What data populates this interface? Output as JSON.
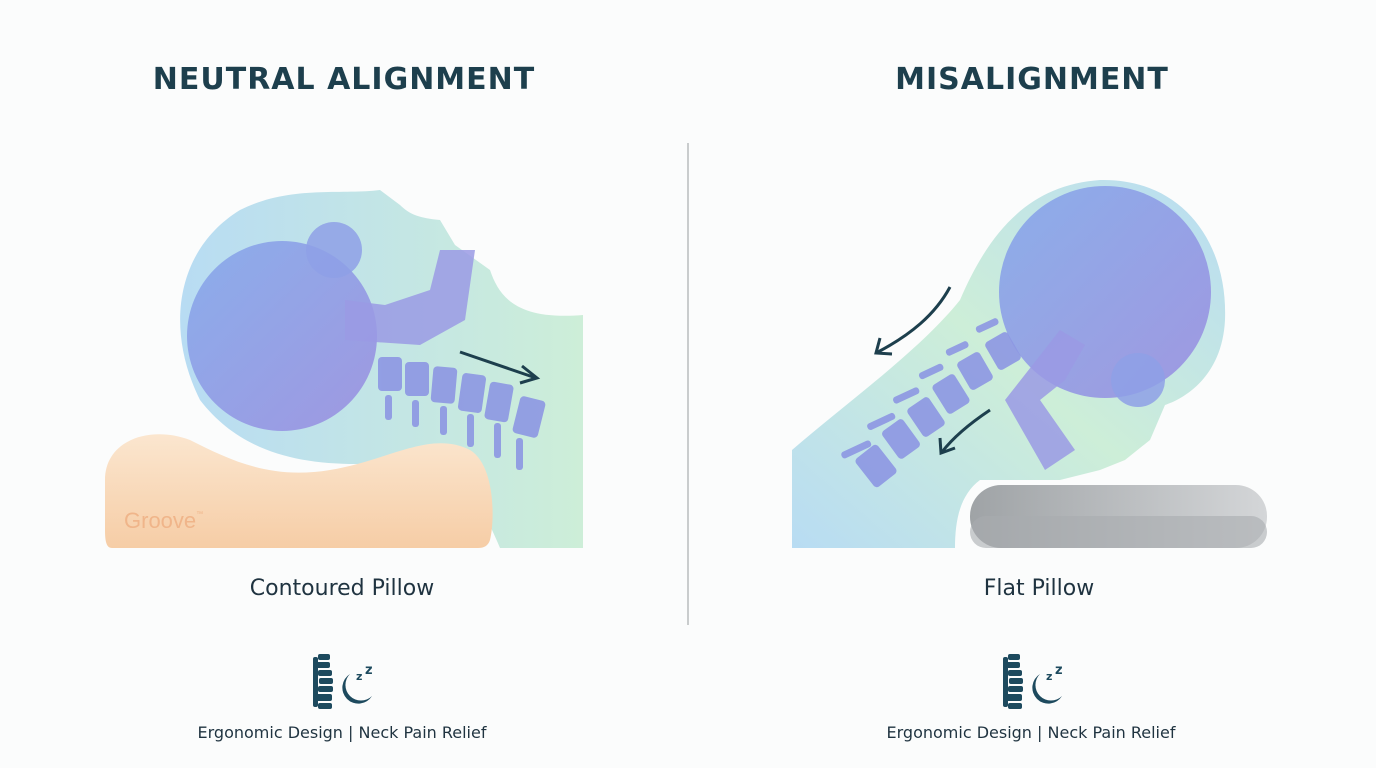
{
  "left": {
    "title": "NEUTRAL ALIGNMENT",
    "caption": "Contoured Pillow",
    "pillow_brand": "Groove",
    "pillow_brand_mark": "™",
    "tagline": "Ergonomic Design | Neck Pain Relief",
    "icons": [
      "spine-icon",
      "moon-sleep-icon"
    ]
  },
  "right": {
    "title": "MISALIGNMENT",
    "caption": "Flat Pillow",
    "tagline": "Ergonomic Design | Neck Pain Relief",
    "icons": [
      "spine-icon",
      "moon-sleep-icon"
    ]
  },
  "colors": {
    "title": "#1d3f4d",
    "head": "#8f9fe6",
    "skin_halo": "#b9dcf2",
    "neck_green": "#cdeede",
    "contoured_pillow": "#f7d3b0",
    "flat_pillow": "#b9bcbf",
    "icon": "#1d4a5e"
  }
}
